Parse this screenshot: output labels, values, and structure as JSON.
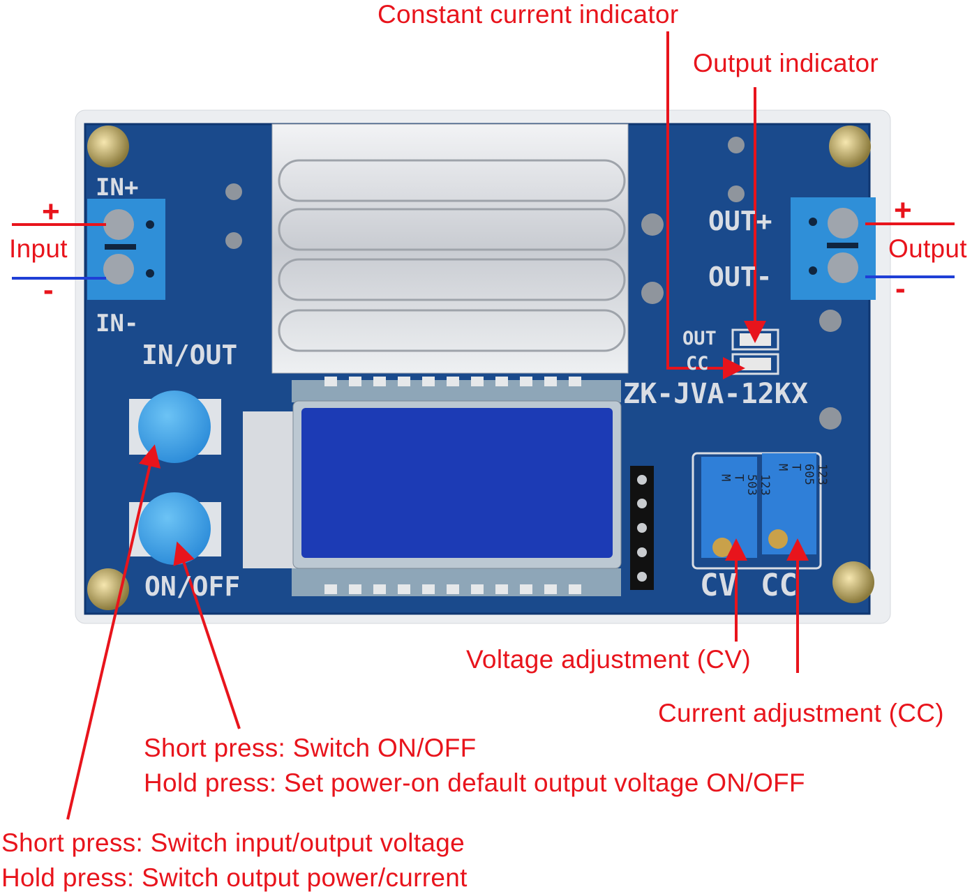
{
  "annotations": {
    "constant_current_indicator": "Constant current indicator",
    "output_indicator": "Output indicator",
    "input": "Input",
    "output": "Output",
    "plus": "+",
    "minus": "-",
    "voltage_adjustment": "Voltage adjustment (CV)",
    "current_adjustment": "Current adjustment (CC)",
    "onoff_short": "Short press: Switch ON/OFF",
    "onoff_hold": "Hold press: Set power-on default output voltage ON/OFF",
    "inout_short": "Short press: Switch input/output voltage",
    "inout_hold": "Hold press: Switch output power/current"
  },
  "board": {
    "in_plus": "IN+",
    "in_minus": "IN-",
    "in_out": "IN/OUT",
    "on_off": "ON/OFF",
    "out_plus": "OUT+",
    "out_minus": "OUT-",
    "led_out": "OUT",
    "led_cc": "CC",
    "model": "ZK-JVA-12KX",
    "cv": "CV",
    "cc": "CC",
    "pot_cv_marking": "123\n503\nT\nM",
    "pot_cc_marking": "123\n605\nT\nM"
  },
  "colors": {
    "annotation": "#e8141c",
    "negative_wire": "#1f3fd6",
    "pcb": "#1a4a8c",
    "terminal": "#2f8fd8"
  }
}
